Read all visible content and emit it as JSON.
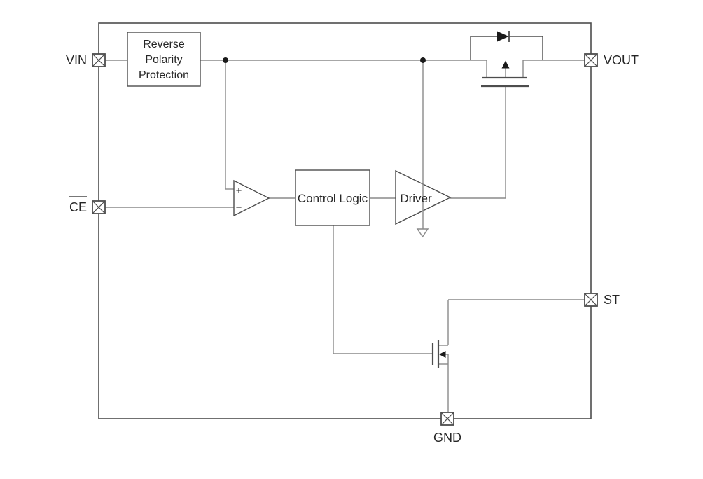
{
  "figure": {
    "type": "circuit-block-diagram",
    "background": "#ffffff",
    "colors": {
      "shape_stroke": "#4d4d4d",
      "wire": "#8a8a8a",
      "solid_fill": "#1a1a1a",
      "text": "#262626"
    },
    "pins": {
      "vin": {
        "label": "VIN",
        "overline": false,
        "side": "left"
      },
      "ce": {
        "label": "CE",
        "overline": true,
        "side": "left"
      },
      "vout": {
        "label": "VOUT",
        "overline": false,
        "side": "right"
      },
      "st": {
        "label": "ST",
        "overline": false,
        "side": "right"
      },
      "gnd": {
        "label": "GND",
        "overline": false,
        "side": "bottom"
      }
    },
    "blocks": {
      "reverse_polarity": {
        "lines": [
          "Reverse",
          "Polarity",
          "Protection"
        ]
      },
      "control_logic": {
        "label": "Control Logic"
      },
      "driver": {
        "label": "Driver"
      },
      "comparator": {
        "plus": "+",
        "minus": "−"
      }
    },
    "symbols": [
      "chip-boundary",
      "pass-pmos-with-body-diode",
      "status-nmos",
      "comparator",
      "ground-symbol",
      "junction-dots"
    ]
  }
}
